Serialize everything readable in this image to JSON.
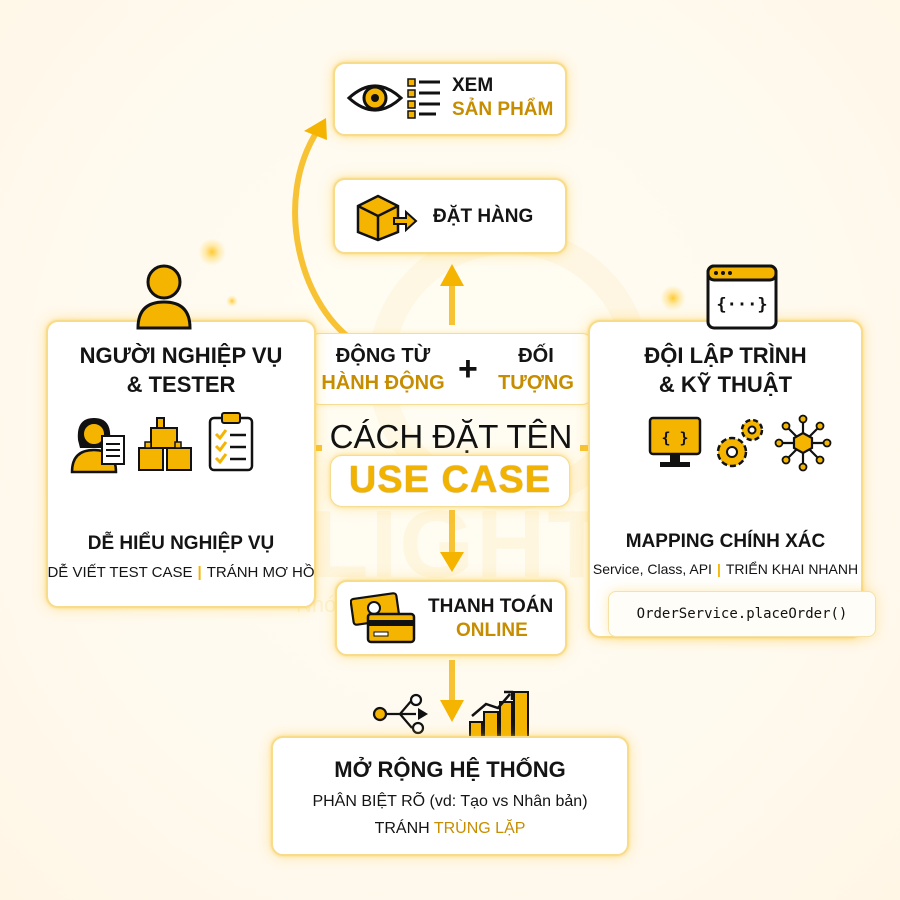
{
  "top_card": {
    "line1": "XEM",
    "line2": "SẢN PHẨM"
  },
  "order_card": {
    "label": "ĐẶT HÀNG"
  },
  "center": {
    "verb_line1": "ĐỘNG TỪ",
    "verb_line2": "HÀNH ĐỘNG",
    "plus": "+",
    "object_line1": "ĐỐI",
    "object_line2": "TƯỢNG",
    "title_line1": "CÁCH ĐẶT TÊN",
    "title_line2": "USE CASE"
  },
  "left_panel": {
    "title_line1": "NGƯỜI NGHIỆP VỤ",
    "title_line2": "& TESTER",
    "subtitle": "DỄ HIỂU NGHIỆP VỤ",
    "detail_a": "DỄ VIẾT TEST CASE",
    "detail_b": "TRÁNH MƠ HỒ"
  },
  "right_panel": {
    "title_line1": "ĐỘI LẬP TRÌNH",
    "title_line2": "& KỸ THUẬT",
    "subtitle": "MAPPING CHÍNH XÁC",
    "detail_a": "Service, Class, API",
    "detail_b": "TRIỂN KHAI NHANH",
    "code_example": "OrderService.placeOrder()",
    "code_icon_text": "{···}",
    "monitor_text": "{ }"
  },
  "payment_card": {
    "line1": "THANH TOÁN",
    "line2": "ONLINE"
  },
  "bottom_card": {
    "title": "MỞ RỘNG HỆ THỐNG",
    "line1": "PHÂN BIỆT RÕ (vd: Tạo vs Nhân bản)",
    "line2_a": "TRÁNH",
    "line2_b": "TRÙNG LẶP"
  },
  "watermark": {
    "big": "LIGHT",
    "small": "Nhó             ệp"
  },
  "colors": {
    "accent": "#f4b400",
    "border": "#f7dc8c",
    "text": "#141414",
    "highlight": "#c78d00"
  },
  "icons": [
    "eye-icon",
    "list-icon",
    "package-arrow-icon",
    "person-icon",
    "businesswoman-icon",
    "blocks-icon",
    "checklist-icon",
    "code-window-icon",
    "monitor-code-icon",
    "gears-icon",
    "network-icon",
    "money-card-icon",
    "branch-icon",
    "growth-buildings-icon",
    "plus-icon"
  ]
}
